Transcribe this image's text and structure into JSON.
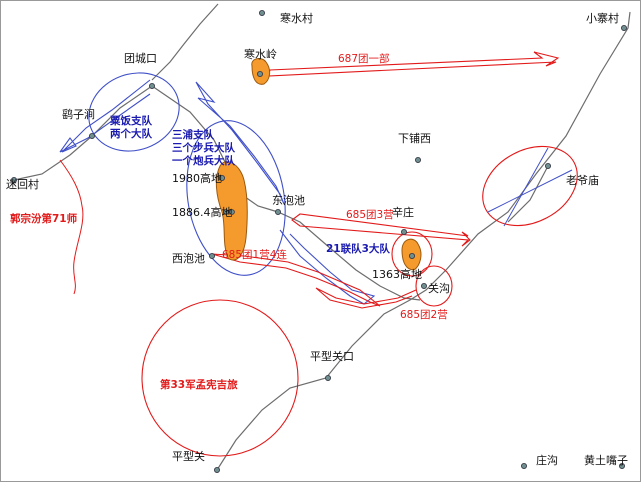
{
  "colors": {
    "road": "#6d6d6d",
    "red": "#e21a1a",
    "blue": "#4050c8",
    "blue_text": "#1a1ab0",
    "position_fill": "#f59a2c",
    "position_stroke": "#9b5a10"
  },
  "places": {
    "hanshuicun": "寒水村",
    "xiaozhaicun": "小寨村",
    "tuanchengkou": "团城口",
    "hanshuiling": "寒水岭",
    "yaozijian": "鹞子涧",
    "xiapuxi": "下铺西",
    "laoyemiao": "老爷庙",
    "huihuicun": "迷回村",
    "h1980": "1980高地",
    "h1886": "1886.4高地",
    "dongpaochi": "东泡池",
    "xinzhuang": "辛庄",
    "xipaochi": "西泡池",
    "h1363": "1363高地",
    "guangou": "关沟",
    "pingxingguankou": "平型关口",
    "pingxingguan": "平型关",
    "zhuanggou": "庄沟",
    "huangtuzuizi": "黄土嘴子"
  },
  "units": {
    "t687": "687团一部",
    "t685_3": "685团3营",
    "t685_1": "685团1营4连",
    "t685_2": "685团2营",
    "d71": "郭宗汾第71师",
    "d33": "第33军孟宪吉旅",
    "j21": "21联队3大队",
    "sakai_1": "粟饭支队",
    "sakai_2": "两个大队",
    "miura_1": "三浦支队",
    "miura_2": "三个步兵大队",
    "miura_3": "一个炮兵大队"
  }
}
